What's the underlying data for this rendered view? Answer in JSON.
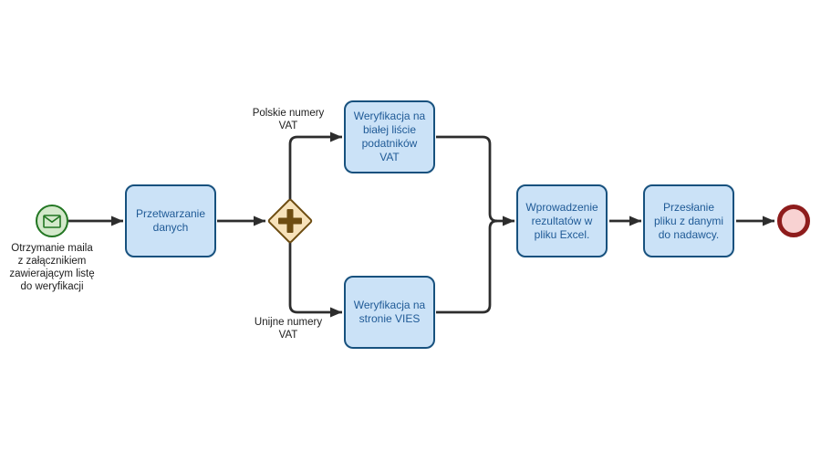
{
  "colors": {
    "background": "#ffffff",
    "task_fill": "#cbe2f7",
    "task_stroke": "#17517e",
    "task_text": "#1f5a96",
    "event_start_fill": "#d4e9cb",
    "event_start_stroke": "#227622",
    "event_end_fill": "#f8d2d2",
    "event_end_stroke": "#8e1c1c",
    "gateway_fill": "#f7e2ba",
    "gateway_stroke": "#6e4d12",
    "edge": "#2d2d2d",
    "label_text": "#1d1d1d"
  },
  "nodes": {
    "start_event": {
      "type": "start-event",
      "icon": "envelope-icon",
      "label": "Otrzymanie maila\nz załącznikiem\nzawierającym listę\ndo weryfikacji"
    },
    "task_processing": {
      "label": "Przetwarzanie\ndanych"
    },
    "gateway_parallel": {
      "type": "parallel-gateway",
      "icon": "plus-icon"
    },
    "task_white_list": {
      "label": "Weryfikacja na\nbiałej liście\npodatników\nVAT"
    },
    "task_vies": {
      "label": "Weryfikacja na\nstronie VIES"
    },
    "task_excel": {
      "label": "Wprowadzenie\nrezultatów w\npliku Excel."
    },
    "task_send": {
      "label": "Przesłanie\npliku z danymi\ndo nadawcy."
    },
    "end_event": {
      "type": "end-event"
    }
  },
  "edge_labels": {
    "polish_vat": "Polskie numery\nVAT",
    "eu_vat": "Unijne numery\nVAT"
  }
}
